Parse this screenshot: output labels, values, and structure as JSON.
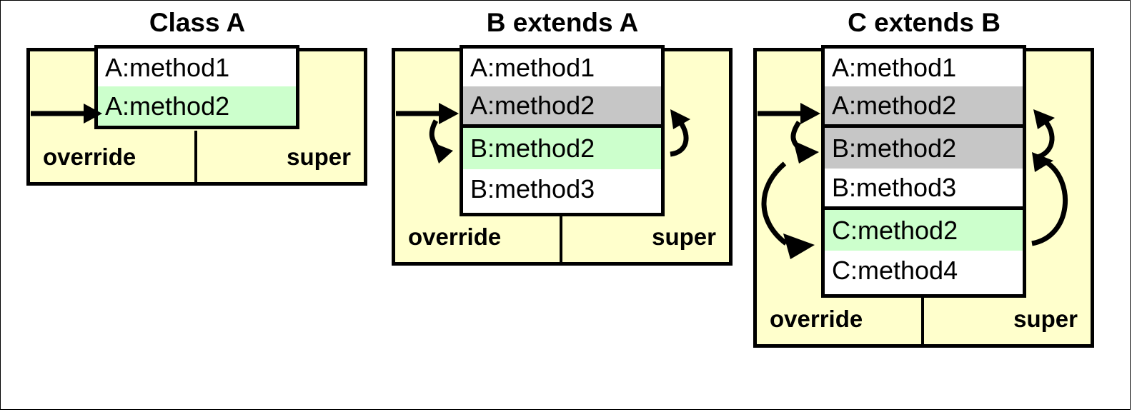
{
  "figure": {
    "background_color": "#ffffff",
    "border_color": "#000000",
    "palette": {
      "class_fill": "#ffffcc",
      "row_plain": "#ffffff",
      "row_highlight_green": "#ccffcc",
      "row_inherited_gray": "#c6c6c6",
      "stroke": "#000000"
    }
  },
  "panels": [
    {
      "title": "Class A",
      "methods": [
        {
          "label": "A:method1",
          "fill": "#ffffff"
        },
        {
          "label": "A:method2",
          "fill": "#ccffcc"
        }
      ],
      "footer": {
        "left": "override",
        "right": "super"
      },
      "arrows": [
        {
          "name": "call-entry-arrow",
          "kind": "straight",
          "from": "caller",
          "to": "A:method2"
        }
      ]
    },
    {
      "title": "B extends A",
      "methods": [
        {
          "label": "A:method1",
          "fill": "#ffffff"
        },
        {
          "label": "A:method2",
          "fill": "#c6c6c6"
        },
        {
          "label": "B:method2",
          "fill": "#ccffcc"
        },
        {
          "label": "B:method3",
          "fill": "#ffffff"
        }
      ],
      "footer": {
        "left": "override",
        "right": "super"
      },
      "arrows": [
        {
          "name": "call-entry-arrow",
          "kind": "straight",
          "from": "caller",
          "to": "A:method2"
        },
        {
          "name": "override-arrow",
          "kind": "curved",
          "from": "A:method2",
          "to": "B:method2"
        },
        {
          "name": "super-arrow",
          "kind": "curved",
          "from": "B:method2",
          "to": "A:method2"
        }
      ]
    },
    {
      "title": "C extends B",
      "methods": [
        {
          "label": "A:method1",
          "fill": "#ffffff"
        },
        {
          "label": "A:method2",
          "fill": "#c6c6c6"
        },
        {
          "label": "B:method2",
          "fill": "#c6c6c6"
        },
        {
          "label": "B:method3",
          "fill": "#ffffff"
        },
        {
          "label": "C:method2",
          "fill": "#ccffcc"
        },
        {
          "label": "C:method4",
          "fill": "#ffffff"
        }
      ],
      "footer": {
        "left": "override",
        "right": "super"
      },
      "arrows": [
        {
          "name": "call-entry-arrow",
          "kind": "straight",
          "from": "caller",
          "to": "A:method2"
        },
        {
          "name": "override-arrow-a-to-b",
          "kind": "curved",
          "from": "A:method2",
          "to": "B:method2"
        },
        {
          "name": "override-arrow-b-to-c",
          "kind": "curved",
          "from": "B:method2",
          "to": "C:method2"
        },
        {
          "name": "super-arrow-b-to-a",
          "kind": "curved",
          "from": "B:method2",
          "to": "A:method2"
        },
        {
          "name": "super-arrow-c-to-b",
          "kind": "curved",
          "from": "C:method2",
          "to": "B:method2"
        }
      ]
    }
  ]
}
